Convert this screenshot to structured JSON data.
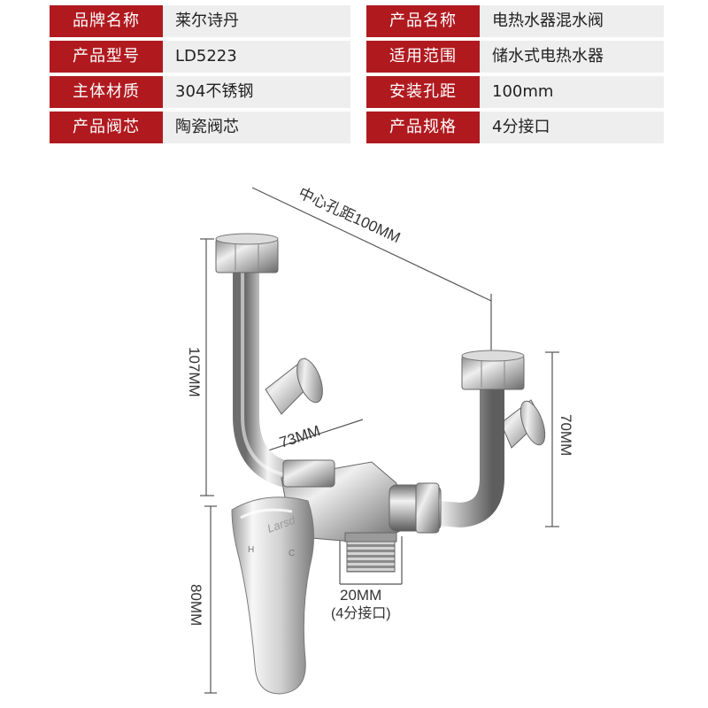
{
  "specs": {
    "rows": [
      {
        "left": {
          "label": "品牌名称",
          "value": "莱尔诗丹"
        },
        "right": {
          "label": "产品名称",
          "value": "电热水器混水阀"
        }
      },
      {
        "left": {
          "label": "产品型号",
          "value": "LD5223"
        },
        "right": {
          "label": "适用范围",
          "value": "储水式电热水器"
        }
      },
      {
        "left": {
          "label": "主体材质",
          "value": "304不锈钢"
        },
        "right": {
          "label": "安装孔距",
          "value": "100mm"
        }
      },
      {
        "left": {
          "label": "产品阀芯",
          "value": "陶瓷阀芯"
        },
        "right": {
          "label": "产品规格",
          "value": "4分接口"
        }
      }
    ]
  },
  "diagram": {
    "brand_mark": "Larsd",
    "hot_mark": "H",
    "cold_mark": "C",
    "dims": {
      "center_spacing": "中心孔距100MM",
      "left_height": "107MM",
      "right_height": "70MM",
      "depth": "73MM",
      "outlet": "20MM",
      "outlet_note": "(4分接口)",
      "handle_height": "80MM"
    }
  },
  "colors": {
    "label_bg": "#b01a1f",
    "value_bg": "#eeeeee",
    "dimension_line": "#555555"
  }
}
